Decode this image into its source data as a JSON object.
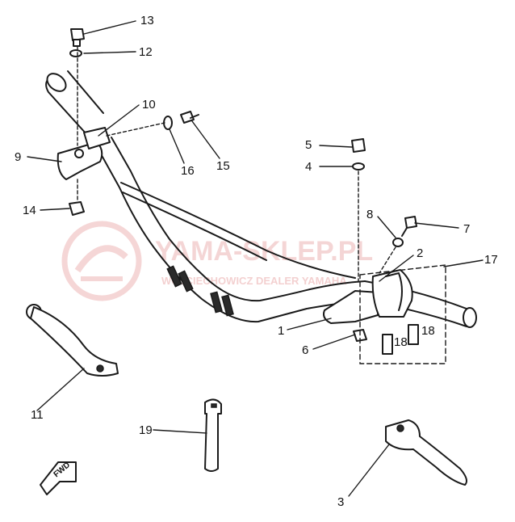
{
  "callouts": [
    "1",
    "2",
    "3",
    "4",
    "5",
    "6",
    "7",
    "8",
    "9",
    "10",
    "11",
    "12",
    "13",
    "14",
    "15",
    "16",
    "17",
    "18",
    "18",
    "19"
  ],
  "watermark": {
    "main": "YAMA-SKLEP.PL",
    "sub": "WOJCIECHOWICZ DEALER YAMAHA"
  },
  "direction_label": "FWD"
}
